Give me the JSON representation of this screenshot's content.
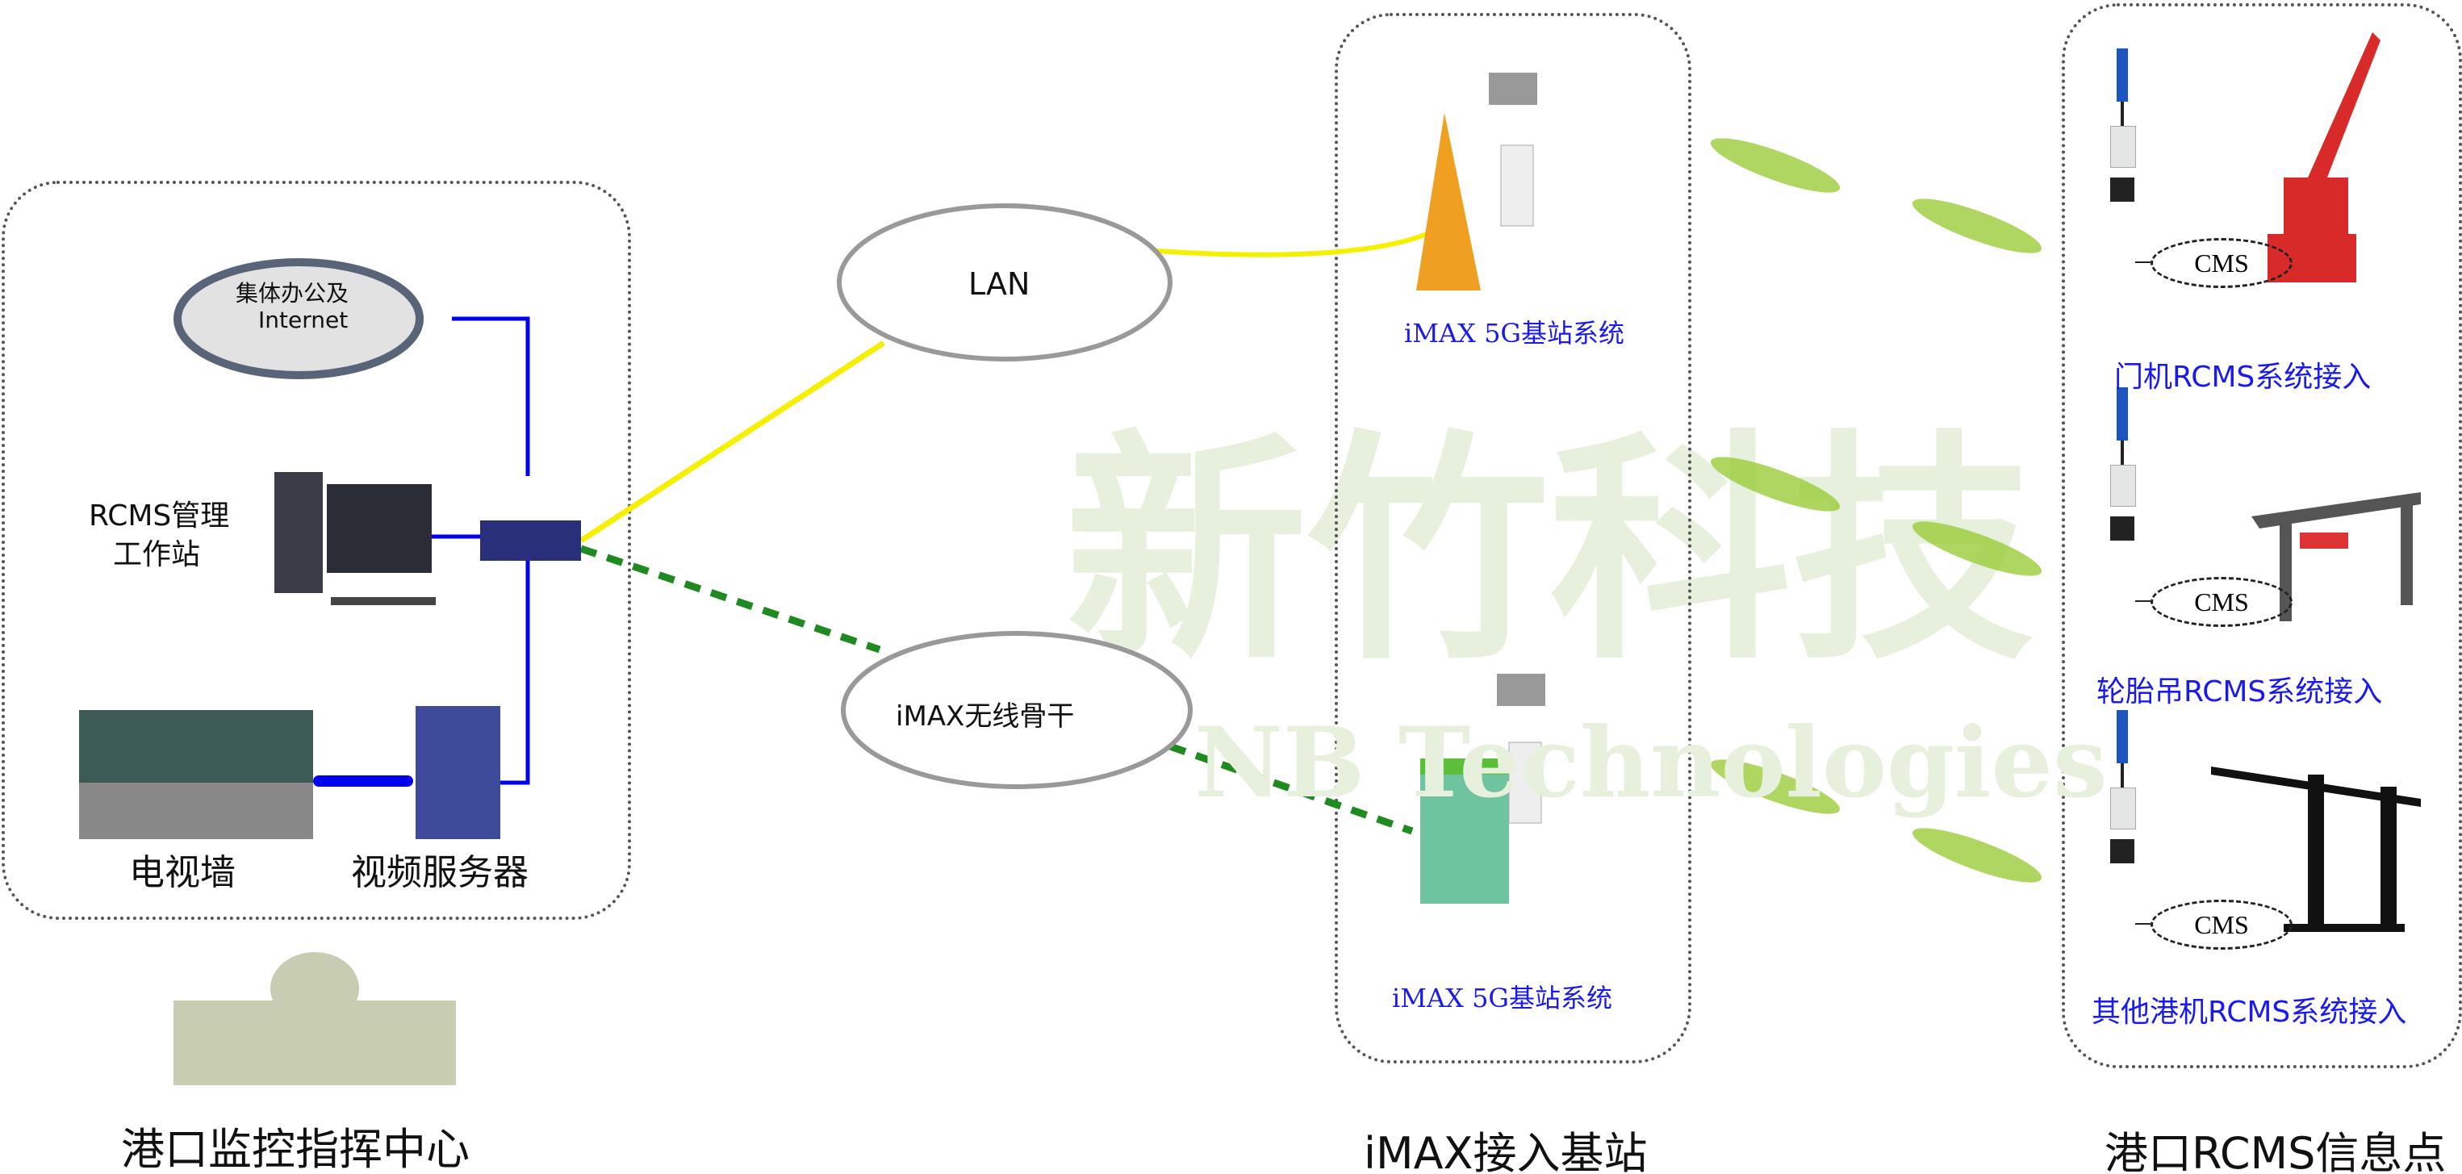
{
  "watermark": {
    "cn": "新竹科技",
    "en": "NB Technologies"
  },
  "left": {
    "cloud_label_1": "集体办公及",
    "cloud_label_2": "Internet",
    "workstation_1": "RCMS管理",
    "workstation_2": "工作站",
    "tv_wall": "电视墙",
    "video_server": "视频服务器",
    "title": "港口监控指挥中心"
  },
  "clouds": {
    "lan": "LAN",
    "backbone": "iMAX无线骨干"
  },
  "middle": {
    "station_top": "iMAX 5G基站系统",
    "station_bottom": "iMAX 5G基站系统",
    "title": "iMAX接入基站"
  },
  "right": {
    "cms": "CMS",
    "items": [
      {
        "label": "门机RCMS系统接入"
      },
      {
        "label": "轮胎吊RCMS系统接入"
      },
      {
        "label": "其他港机RCMS系统接入"
      }
    ],
    "title": "港口RCMS信息点"
  },
  "colors": {
    "lan_link": "#f5f000",
    "wireless_link": "#1f8a1f",
    "wired": "#0000ee",
    "label_blue": "#1a1aee"
  }
}
